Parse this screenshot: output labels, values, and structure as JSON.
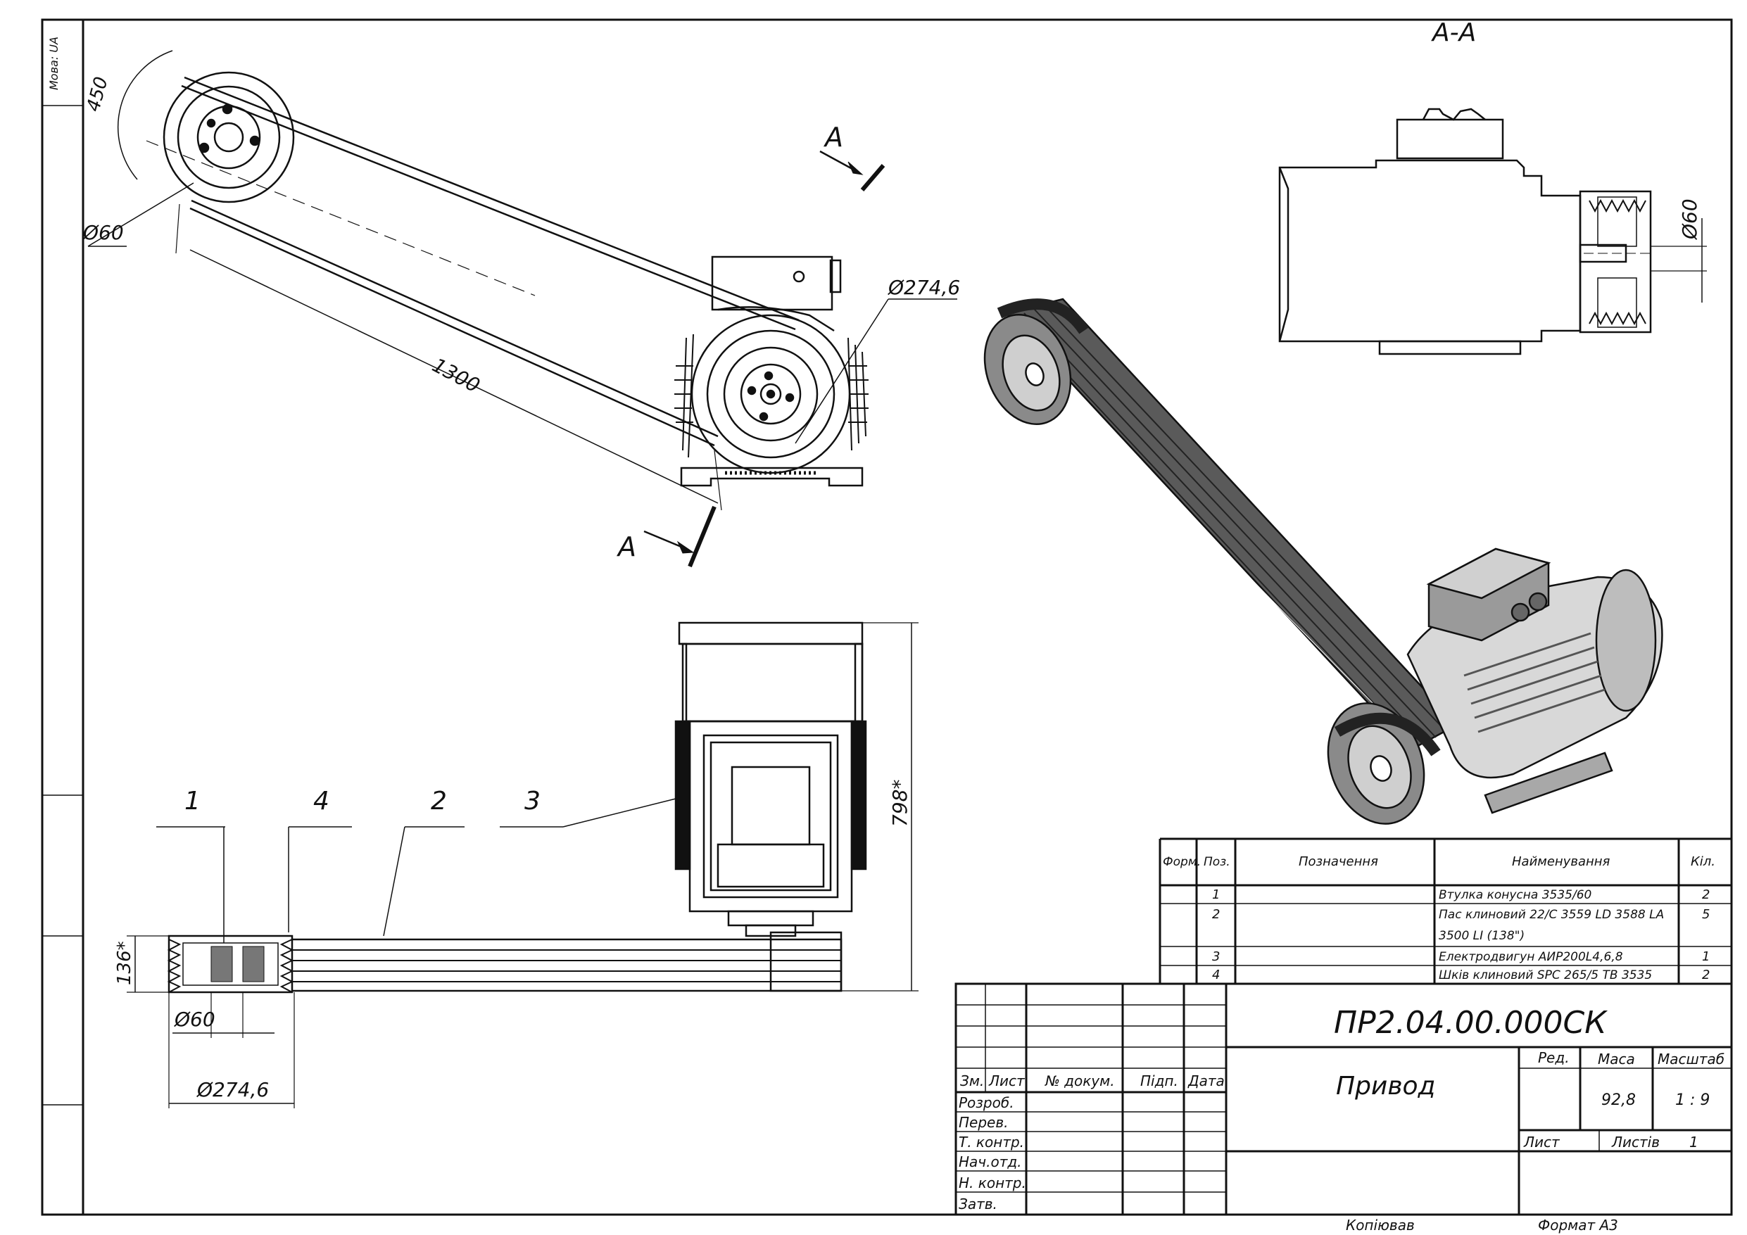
{
  "language_tag": "Мова: UA",
  "section_title": "А-А",
  "section_marks": [
    "А",
    "А"
  ],
  "dimensions": {
    "arc_450": "450",
    "small_pulley_dia": "Ø60",
    "center_distance": "1300",
    "large_pulley_dia": "Ø274,6",
    "section_dia": "Ø60",
    "height_798": "798*",
    "width_136": "136*",
    "bottom_small_dia": "Ø60",
    "bottom_large_dia": "Ø274,6"
  },
  "position_callouts": [
    "1",
    "4",
    "2",
    "3"
  ],
  "spec_table": {
    "headers": [
      "Форм.",
      "Поз.",
      "Позначення",
      "Найменування",
      "Кіл."
    ],
    "rows": [
      {
        "pos": "1",
        "name": "Втулка конусна 3535/60",
        "qty": "2"
      },
      {
        "pos": "2",
        "name_line1": "Пас клиновий 22/C 3559 LD 3588 LA",
        "name_line2": "3500 LI (138\")",
        "qty": "5"
      },
      {
        "pos": "3",
        "name": "Електродвигун АИР200L4,6,8",
        "qty": "1"
      },
      {
        "pos": "4",
        "name": "Шків клиновий SPC 265/5 TB 3535",
        "qty": "2"
      }
    ]
  },
  "title_block": {
    "doc_number": "ПР2.04.00.000СК",
    "title": "Привод",
    "rev_headers": [
      "Зм.",
      "Лист",
      "№ докум.",
      "Підп.",
      "Дата"
    ],
    "roles": [
      "Розроб.",
      "Перев.",
      "Т. контр.",
      "Нач.отд.",
      "Н. контр.",
      "Затв."
    ],
    "lit_label": "Ред.",
    "mass_label": "Маса",
    "scale_label": "Масштаб",
    "mass_value": "92,8",
    "scale_value": "1 : 9",
    "sheet_label": "Лист",
    "sheets_label": "Листів",
    "sheets_value": "1"
  },
  "footer": {
    "copied": "Копіював",
    "format": "Формат А3"
  }
}
